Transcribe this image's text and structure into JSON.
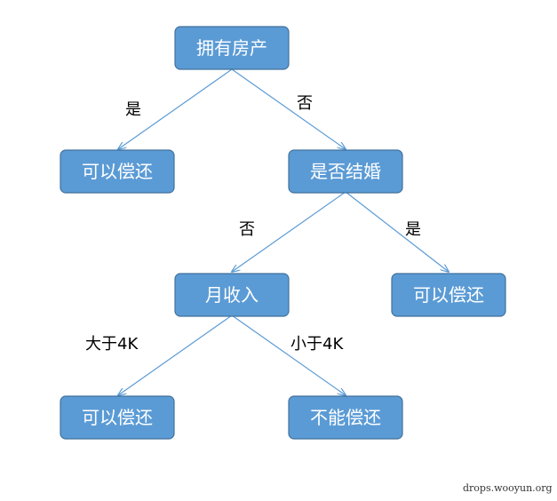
{
  "nodes": {
    "root": "拥有房产",
    "yes_left": "可以偿还",
    "married": "是否结婚",
    "income": "月收入",
    "married_yes": "可以偿还",
    "income_high": "可以偿还",
    "income_low": "不能偿还"
  },
  "edges": {
    "root_yes": "是",
    "root_no": "否",
    "married_no": "否",
    "married_yes": "是",
    "income_high": "大于4K",
    "income_low": "小于4K"
  },
  "colors": {
    "node_fill": "#5b9bd5",
    "node_border": "#41719c",
    "node_text": "#ffffff",
    "edge": "#5b9bd5"
  },
  "watermark": "drops.wooyun.org"
}
